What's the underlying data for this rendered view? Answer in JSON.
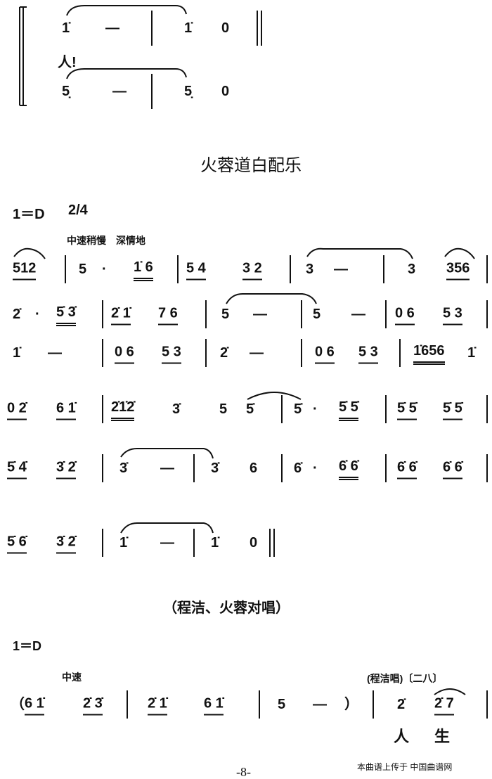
{
  "title": "火蓉道白配乐",
  "key1": "1＝D",
  "time1": "2/4",
  "tempo1": "中速稍慢　深情地",
  "intro_lyric": "人!",
  "subtitle": "（程洁、火蓉对唱）",
  "key2": "1＝D",
  "tempo2": "中速",
  "singer": "(程洁唱)〔二八〕",
  "lyrics": [
    "人",
    "生"
  ],
  "page_number": "-8-",
  "watermark": "本曲谱上传于 中国曲谱网",
  "rows": [
    [
      {
        "t": "1̇"
      },
      {
        "t": "—"
      },
      {
        "b": 1
      },
      {
        "t": "1̇"
      },
      {
        "t": "0"
      },
      {
        "b": 2
      }
    ],
    [
      {
        "t": "5̣"
      },
      {
        "t": "—"
      },
      {
        "b": 1
      },
      {
        "t": "5̣"
      },
      {
        "t": "0"
      }
    ],
    [
      {
        "t": "512",
        "u": 1
      },
      {
        "b": 1
      },
      {
        "t": "5"
      },
      {
        "t": "·"
      },
      {
        "t": "1̇ 6",
        "u": 2
      },
      {
        "b": 1
      },
      {
        "t": "5 4",
        "u": 1
      },
      {
        "t": "3 2",
        "u": 1
      },
      {
        "b": 1
      },
      {
        "t": "3"
      },
      {
        "t": "—"
      },
      {
        "b": 1
      },
      {
        "t": "3"
      },
      {
        "t": "356",
        "u": 1
      },
      {
        "b": 1
      }
    ],
    [
      {
        "t": "2̇"
      },
      {
        "t": "·"
      },
      {
        "t": "5̇ 3̇",
        "u": 2
      },
      {
        "b": 1
      },
      {
        "t": "2̇ 1̇",
        "u": 1
      },
      {
        "t": "7 6",
        "u": 1
      },
      {
        "b": 1
      },
      {
        "t": "5"
      },
      {
        "t": "—"
      },
      {
        "b": 1
      },
      {
        "t": "5"
      },
      {
        "t": "—"
      },
      {
        "b": 1
      },
      {
        "t": "0 6",
        "u": 1
      },
      {
        "t": "5 3",
        "u": 1
      },
      {
        "b": 1
      }
    ],
    [
      {
        "t": "1̇"
      },
      {
        "t": "—"
      },
      {
        "b": 1
      },
      {
        "t": "0 6",
        "u": 1
      },
      {
        "t": "5 3",
        "u": 1
      },
      {
        "b": 1
      },
      {
        "t": "2̇"
      },
      {
        "t": "—"
      },
      {
        "b": 1
      },
      {
        "t": "0 6",
        "u": 1
      },
      {
        "t": "5 3",
        "u": 1
      },
      {
        "b": 1
      },
      {
        "t": "1̇656",
        "u": 2
      },
      {
        "t": "1̇"
      }
    ],
    [
      {
        "t": "0 2̇",
        "u": 1
      },
      {
        "t": "6 1̇",
        "u": 1
      },
      {
        "b": 1
      },
      {
        "t": "2̇1̇2̇",
        "u": 2
      },
      {
        "t": "3̇"
      },
      {
        "t": "5"
      },
      {
        "t": "5̇"
      },
      {
        "b": 1
      },
      {
        "t": "5̇"
      },
      {
        "t": "·"
      },
      {
        "t": "5̇ 5̇",
        "u": 2
      },
      {
        "b": 1
      },
      {
        "t": "5̇ 5̇",
        "u": 1
      },
      {
        "t": "5̇ 5̇",
        "u": 1
      },
      {
        "b": 1
      }
    ],
    [
      {
        "t": "5̇ 4̇",
        "u": 1
      },
      {
        "t": "3̇ 2̇",
        "u": 1
      },
      {
        "b": 1
      },
      {
        "t": "3̇"
      },
      {
        "t": "—"
      },
      {
        "b": 1
      },
      {
        "t": "3̇"
      },
      {
        "t": "6"
      },
      {
        "b": 1
      },
      {
        "t": "6̇"
      },
      {
        "t": "·"
      },
      {
        "t": "6̇ 6̇",
        "u": 2
      },
      {
        "b": 1
      },
      {
        "t": "6̇ 6̇",
        "u": 1
      },
      {
        "t": "6̇ 6̇",
        "u": 1
      },
      {
        "b": 1
      }
    ],
    [
      {
        "t": "5̇ 6̇",
        "u": 1
      },
      {
        "t": "3̇ 2̇",
        "u": 1
      },
      {
        "b": 1
      },
      {
        "t": "1̇"
      },
      {
        "t": "—"
      },
      {
        "b": 1
      },
      {
        "t": "1̇"
      },
      {
        "t": "0"
      },
      {
        "b": 2
      }
    ],
    [
      {
        "t": "（"
      },
      {
        "t": "6 1̇",
        "u": 1
      },
      {
        "t": "2̇ 3̇",
        "u": 1
      },
      {
        "b": 1
      },
      {
        "t": "2̇ 1̇",
        "u": 1
      },
      {
        "t": "6 1̇",
        "u": 1
      },
      {
        "b": 1
      },
      {
        "t": "5"
      },
      {
        "t": "—"
      },
      {
        "t": "）"
      },
      {
        "b": 1
      },
      {
        "t": "2̇"
      },
      {
        "t": "2̇ 7",
        "u": 1
      },
      {
        "b": 1
      }
    ]
  ]
}
